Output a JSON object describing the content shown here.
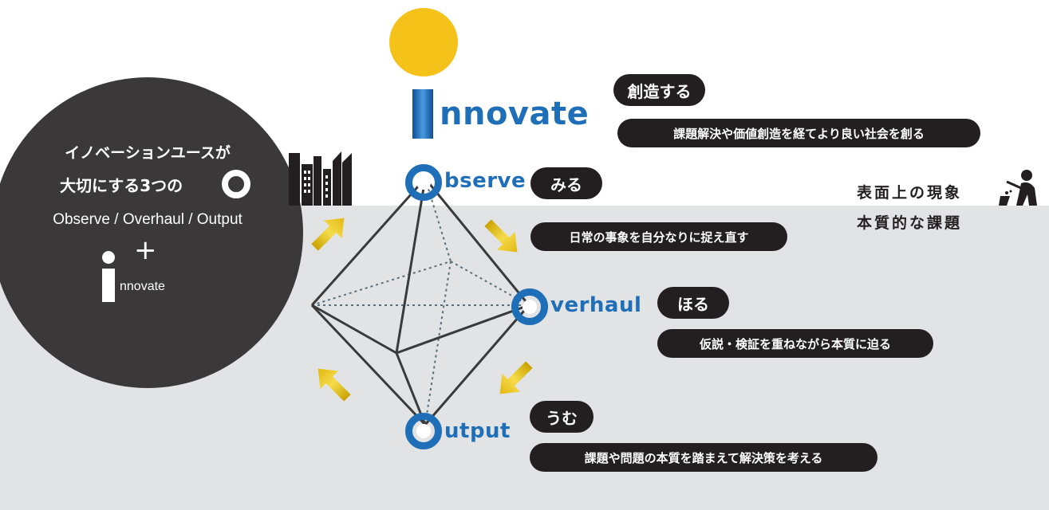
{
  "badge": {
    "line1": "イノベーションユースが",
    "line2": "大切にする3つの",
    "line3": "Observe / Overhaul / Output",
    "plus": "+",
    "innovate": "nnovate"
  },
  "innovate": {
    "word": "nnovate",
    "pill": "創造する",
    "desc": "課題解決や価値創造を経てより良い社会を創る"
  },
  "observe": {
    "word": "bserve",
    "pill": "みる",
    "desc": "日常の事象を自分なりに捉え直す"
  },
  "overhaul": {
    "word": "verhaul",
    "pill": "ほる",
    "desc": "仮説・検証を重ねながら本質に迫る"
  },
  "output": {
    "word": "utput",
    "pill": "うむ",
    "desc": "課題や問題の本質を踏まえて解決策を考える"
  },
  "side": {
    "surface": "表面上の現象",
    "essence": "本質的な課題"
  },
  "icons": [
    "sun-icon",
    "city-buildings-icon",
    "digging-person-icon",
    "arrow-icon"
  ],
  "colors": {
    "accent_blue": "#1f6fb8",
    "sun": "#f5c21a",
    "arrow": "#e8c21e",
    "dark": "#231f20",
    "ground": "#e2e3e5"
  }
}
